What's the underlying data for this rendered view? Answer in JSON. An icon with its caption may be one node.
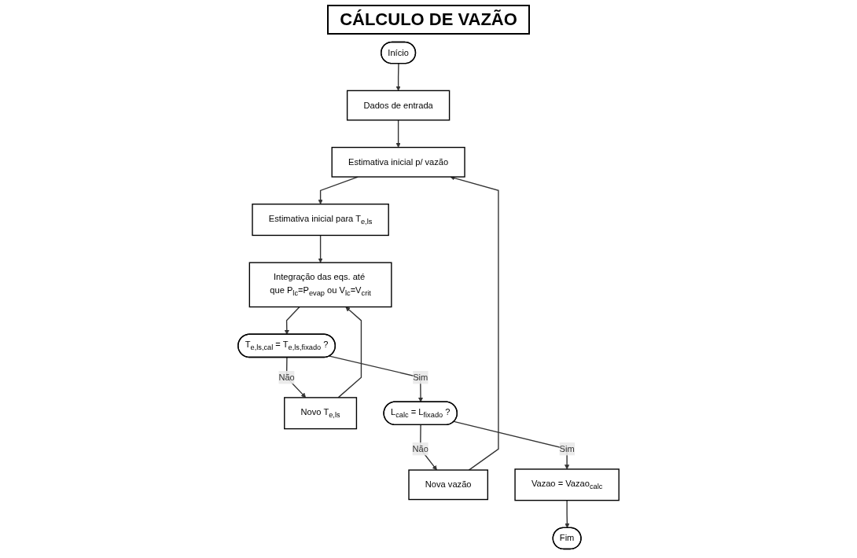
{
  "diagram": {
    "title": "CÁLCULO DE VAZÃO",
    "nodes": [
      {
        "text": [
          "Início"
        ]
      },
      {
        "text": [
          "Dados de entrada"
        ]
      },
      {
        "text": [
          "Estimativa inicial p/ vazão"
        ]
      },
      {
        "text": [
          "Estimativa inicial para T$_{e,ls}$"
        ]
      },
      {
        "text": [
          "Integração das eqs. até que P$_{lc}$=P$_{evap}$ ou V$_{lc}$=V$_{crit}$"
        ]
      },
      {
        "text": [
          "T$_{e,ls,cal}$ = T$_{e,ls,fixado}$ ?"
        ]
      },
      {
        "text": [
          "Novo T$_{e,ls}$"
        ]
      },
      {
        "text": [
          "L$_{calc}$ = L$_{fixado}$ ?"
        ]
      },
      {
        "text": [
          "Nova vazão"
        ]
      },
      {
        "text": [
          "Vazao = Vazao$_{calc}$"
        ]
      },
      {
        "text": [
          "Fim"
        ]
      }
    ],
    "edges": [
      {
        "from": 0,
        "to": 1,
        "arrow": "to"
      },
      {
        "from": 1,
        "to": 2,
        "arrow": "to"
      },
      {
        "from": 2,
        "to": 3,
        "arrow": "to"
      },
      {
        "from": 3,
        "to": 4,
        "arrow": "to"
      },
      {
        "from": 4,
        "to": 5,
        "arrow": "to"
      },
      {
        "from": 5,
        "to": 6,
        "label": "Não",
        "arrow": "to"
      },
      {
        "from": 6,
        "to": 4,
        "arrow": "to"
      },
      {
        "from": 5,
        "to": 7,
        "label": "Sim",
        "arrow": "to"
      },
      {
        "from": 7,
        "to": 8,
        "label": "Não",
        "arrow": "to"
      },
      {
        "from": 8,
        "to": 2,
        "arrow": "to"
      },
      {
        "from": 7,
        "to": 9,
        "label": "Sim",
        "arrow": "to"
      },
      {
        "from": 9,
        "to": 10,
        "arrow": "to"
      }
    ]
  }
}
